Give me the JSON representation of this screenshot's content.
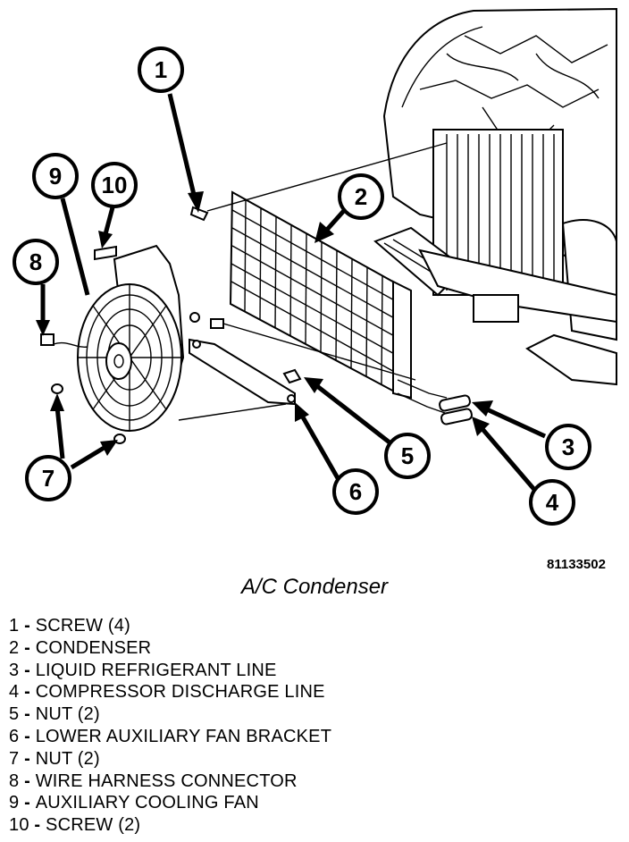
{
  "figure_id": "81133502",
  "caption": "A/C Condenser",
  "callouts": [
    "1",
    "2",
    "3",
    "4",
    "5",
    "6",
    "7",
    "8",
    "9",
    "10"
  ],
  "legend": [
    {
      "num": "1",
      "sep": " - ",
      "label": "SCREW (4)"
    },
    {
      "num": "2",
      "sep": " - ",
      "label": "CONDENSER"
    },
    {
      "num": "3",
      "sep": " - ",
      "label": "LIQUID REFRIGERANT LINE"
    },
    {
      "num": "4",
      "sep": " - ",
      "label": "COMPRESSOR DISCHARGE LINE"
    },
    {
      "num": "5",
      "sep": " - ",
      "label": "NUT (2)"
    },
    {
      "num": "6",
      "sep": " - ",
      "label": "LOWER AUXILIARY FAN BRACKET"
    },
    {
      "num": "7",
      "sep": " - ",
      "label": "NUT (2)"
    },
    {
      "num": "8",
      "sep": " - ",
      "label": "WIRE HARNESS CONNECTOR"
    },
    {
      "num": "9",
      "sep": " - ",
      "label": "AUXILIARY COOLING FAN"
    },
    {
      "num": "10",
      "sep": " - ",
      "label": "SCREW (2)"
    }
  ]
}
